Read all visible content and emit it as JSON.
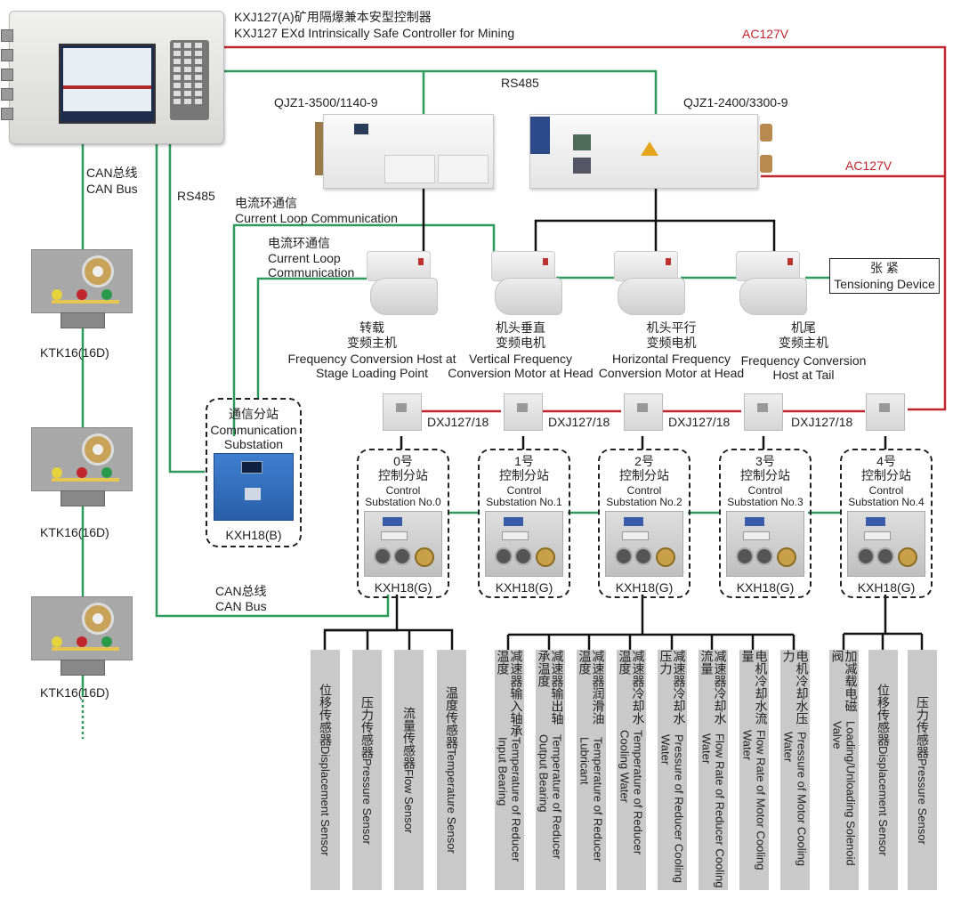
{
  "diagram": {
    "type": "mining-control-system-topology",
    "colors": {
      "power_line": "#c0262c",
      "comm_line": "#2e9a5c",
      "wire": "#111111",
      "sensor_bg": "#c9c9c9"
    },
    "controller": {
      "title_zh": "KXJ127(A)矿用隔爆兼本安型控制器",
      "title_en": "KXJ127 EXd Intrinsically Safe Controller for Mining"
    },
    "power": {
      "ac_top": "AC127V",
      "ac_mid": "AC127V"
    },
    "links": {
      "rs485_top": "RS485",
      "rs485_left": "RS485",
      "can_top_zh": "CAN总线",
      "can_top_en": "CAN Bus",
      "can_bottom_zh": "CAN总线",
      "can_bottom_en": "CAN Bus",
      "current_loop_1_zh": "电流环通信",
      "current_loop_1_en": "Current Loop Communication",
      "current_loop_2_zh": "电流环通信",
      "current_loop_2_en1": "Current Loop",
      "current_loop_2_en2": "Communication"
    },
    "switchgear": [
      {
        "model": "QJZ1-3500/1140-9"
      },
      {
        "model": "QJZ1-2400/3300-9"
      }
    ],
    "motors": [
      {
        "zh1": "转载",
        "zh2": "变频主机",
        "en1": "Frequency Conversion Host at",
        "en2": "Stage Loading Point"
      },
      {
        "zh1": "机头垂直",
        "zh2": "变频电机",
        "en1": "Vertical Frequency",
        "en2": "Conversion Motor at Head"
      },
      {
        "zh1": "机头平行",
        "zh2": "变频电机",
        "en1": "Horizontal Frequency",
        "en2": "Conversion Motor at Head"
      },
      {
        "zh1": "机尾",
        "zh2": "变频主机",
        "en1": "Frequency Conversion",
        "en2": "Host at Tail"
      }
    ],
    "tensioning": {
      "zh": "张 紧",
      "en": "Tensioning Device"
    },
    "ktk": [
      {
        "label": "KTK16(16D)"
      },
      {
        "label": "KTK16(16D)"
      },
      {
        "label": "KTK16(16D)"
      }
    ],
    "comm_substation": {
      "zh": "通信分站",
      "en1": "Communication",
      "en2": "Substation",
      "model": "KXH18(B)"
    },
    "dxj_label": "DXJ127/18",
    "control_substations": [
      {
        "no": "0号",
        "zh": "控制分站",
        "en1": "Control",
        "en2": "Substation No.0",
        "model": "KXH18(G)"
      },
      {
        "no": "1号",
        "zh": "控制分站",
        "en1": "Control",
        "en2": "Substation No.1",
        "model": "KXH18(G)"
      },
      {
        "no": "2号",
        "zh": "控制分站",
        "en1": "Control",
        "en2": "Substation No.2",
        "model": "KXH18(G)"
      },
      {
        "no": "3号",
        "zh": "控制分站",
        "en1": "Control",
        "en2": "Substation No.3",
        "model": "KXH18(G)"
      },
      {
        "no": "4号",
        "zh": "控制分站",
        "en1": "Control",
        "en2": "Substation No.4",
        "model": "KXH18(G)"
      }
    ],
    "sensors": [
      {
        "zh": "位移传感器",
        "en": "Displacement Sensor",
        "group": 0
      },
      {
        "zh": "压力传感器",
        "en": "Pressure Sensor",
        "group": 0
      },
      {
        "zh": "流量传感器",
        "en": "Flow Sensor",
        "group": 0
      },
      {
        "zh": "温度传感器",
        "en": "Temperature Sensor",
        "group": 0
      },
      {
        "zh": "减速器输入轴承温度",
        "en": "Temperature of Reducer Input Bearing",
        "group": 2
      },
      {
        "zh": "减速器输出轴承温度",
        "en": "Temperature of Reducer Output Bearing",
        "group": 2
      },
      {
        "zh": "减速器润滑油温度",
        "en": "Temperature of Reducer Lubricant",
        "group": 2
      },
      {
        "zh": "减速器冷却水温度",
        "en": "Temperature of Reducer Cooling Water",
        "group": 2
      },
      {
        "zh": "减速器冷却水压力",
        "en": "Pressure of Reducer Cooling Water",
        "group": 2
      },
      {
        "zh": "减速器冷却水流量",
        "en": "Flow Rate of Reducer Cooling Water",
        "group": 2
      },
      {
        "zh": "电机冷却水流量",
        "en": "Flow Rate of Motor Cooling Water",
        "group": 2
      },
      {
        "zh": "电机冷却水压力",
        "en": "Pressure of Motor Cooling Water",
        "group": 2
      },
      {
        "zh": "加减载电磁阀",
        "en": "Loading/Unloading Solenoid Valve",
        "group": 4
      },
      {
        "zh": "位移传感器",
        "en": "Displacement Sensor",
        "group": 4
      },
      {
        "zh": "压力传感器",
        "en": "Pressure Sensor",
        "group": 4
      }
    ]
  }
}
